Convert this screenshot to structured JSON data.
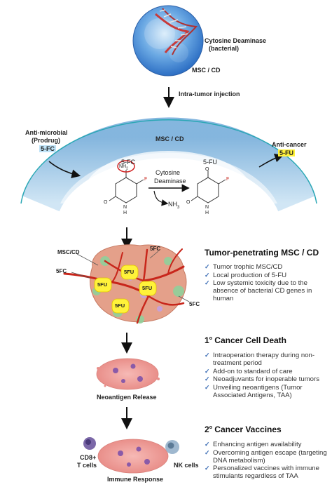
{
  "top": {
    "cd_name": "Cytosine Deaminase",
    "cd_sub": "(bacterial)",
    "msc_cd": "MSC / CD",
    "injection": "Intra-tumor injection"
  },
  "dome": {
    "msc_cd": "MSC / CD",
    "anti_microbial": "Anti-microbial",
    "prodrug": "(Prodrug)",
    "fc_tag": "5-FC",
    "anti_cancer": "Anti-cancer",
    "fu_tag": "5-FU",
    "reaction_left": "5-FC",
    "reaction_right": "5-FU",
    "enzyme_line1": "Cytosine",
    "enzyme_line2": "Deaminase",
    "nh3": "NH",
    "nh3_sub": "3",
    "nh2": "NH",
    "nh2_sub": "2",
    "atom_f": "F",
    "atom_o": "O",
    "atom_n": "N",
    "atom_h": "H",
    "atom_o_right_top": "O"
  },
  "tumor": {
    "msc_cd": "MSC/CD",
    "fc_a": "5FC",
    "fc_b": "5FC",
    "fc_c": "5FC",
    "fu_labels": [
      "5FU",
      "5FU",
      "5FU",
      "5FU"
    ]
  },
  "mid": {
    "neoantigen": "Neoantigen Release",
    "cd8_line1": "CD8+",
    "cd8_line2": "T cells",
    "nk": "NK cells",
    "immune": "Immune Response"
  },
  "sections": {
    "s1": {
      "title": "Tumor-penetrating MSC / CD",
      "items": [
        "Tumor trophic MSC/CD",
        "Local production of 5-FU",
        "Low systemic toxicity due to the absence of bacterial CD genes in human"
      ]
    },
    "s2": {
      "title_sup": "o",
      "title_num": "1",
      "title_text": " Cancer Cell Death",
      "items": [
        "Intraoperation therapy during  non-treatment period",
        "Add-on to standard of care",
        "Neoadjuvants for inoperable tumors",
        "Unveiling neoantigens (Tumor Associated Antigens, TAA)"
      ]
    },
    "s3": {
      "title_sup": "o",
      "title_num": "2",
      "title_text": " Cancer Vaccines",
      "items": [
        "Enhancing antigen availability",
        "Overcoming antigen escape (targeting DNA metabolism)",
        "Personalized vaccines with immune stimulants regardless of  TAA"
      ]
    },
    "check": "✓"
  },
  "colors": {
    "dome_blue": "#9ccbe6",
    "dome_edge": "#2aa7b5",
    "highlight_blue": "#bfe3f7",
    "highlight_yellow": "#fff23a",
    "vessel_red": "#c8261b",
    "tumor_pink": "#f2a6a6",
    "check_blue": "#3b6db5"
  }
}
